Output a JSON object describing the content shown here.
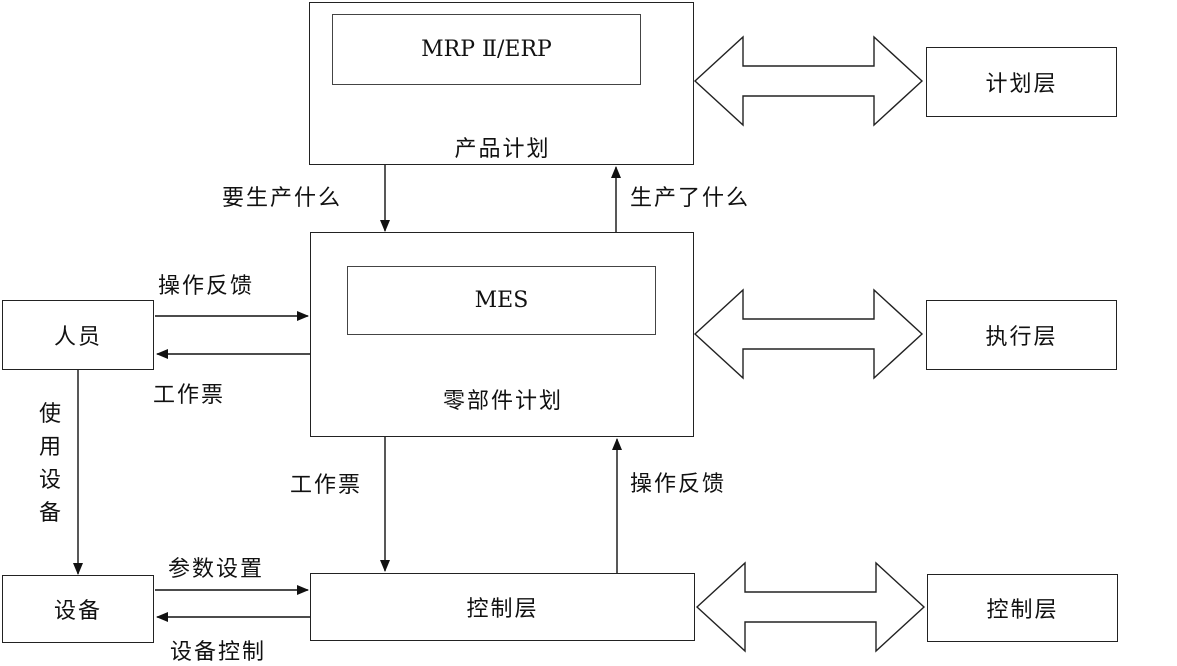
{
  "top_block": {
    "inner_label": "MRP Ⅱ/ERP",
    "label": "产品计划"
  },
  "middle_block": {
    "inner_label": "MES",
    "label": "零部件计划"
  },
  "bottom_block": {
    "label": "控制层"
  },
  "layers": {
    "plan": "计划层",
    "exec": "执行层",
    "control": "控制层"
  },
  "side_boxes": {
    "people": "人员",
    "equipment": "设备"
  },
  "arrows": {
    "what_to_produce": "要生产什么",
    "what_produced": "生产了什么",
    "operation_feedback_top": "操作反馈",
    "work_ticket_left": "工作票",
    "use_equipment": [
      "使",
      "用",
      "设",
      "备"
    ],
    "work_ticket_down": "工作票",
    "operation_feedback_up": "操作反馈",
    "parameter_setting": "参数设置",
    "equipment_control": "设备控制"
  }
}
